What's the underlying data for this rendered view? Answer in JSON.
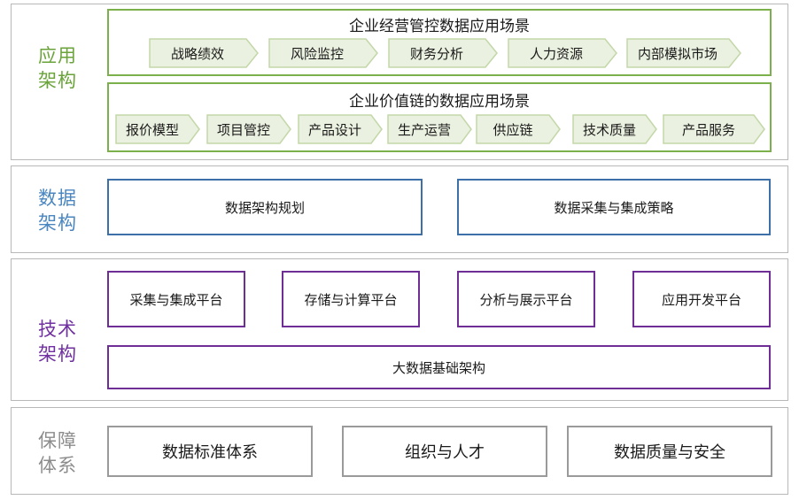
{
  "colors": {
    "application": "#6aa33a",
    "data": "#4a86c0",
    "technology": "#7030a0",
    "guarantee": "#8c8c8c",
    "chevron_fill": "#eaf1e0",
    "chevron_stroke": "#c3d7a8"
  },
  "application": {
    "label_line1": "应用",
    "label_line2": "架构",
    "business_ops": {
      "title": "企业经营管控数据应用场景",
      "items": [
        "战略绩效",
        "风险监控",
        "财务分析",
        "人力资源",
        "内部模拟市场"
      ]
    },
    "value_chain": {
      "title": "企业价值链的数据应用场景",
      "items": [
        "报价模型",
        "项目管控",
        "产品设计",
        "生产运营",
        "供应链",
        "技术质量",
        "产品服务"
      ]
    }
  },
  "data_arch": {
    "label_line1": "数据",
    "label_line2": "架构",
    "items": [
      "数据架构规划",
      "数据采集与集成策略"
    ]
  },
  "tech_arch": {
    "label_line1": "技术",
    "label_line2": "架构",
    "platforms": [
      "采集与集成平台",
      "存储与计算平台",
      "分析与展示平台",
      "应用开发平台"
    ],
    "foundation": "大数据基础架构"
  },
  "guarantee": {
    "label_line1": "保障",
    "label_line2": "体系",
    "items": [
      "数据标准体系",
      "组织与人才",
      "数据质量与安全"
    ]
  }
}
